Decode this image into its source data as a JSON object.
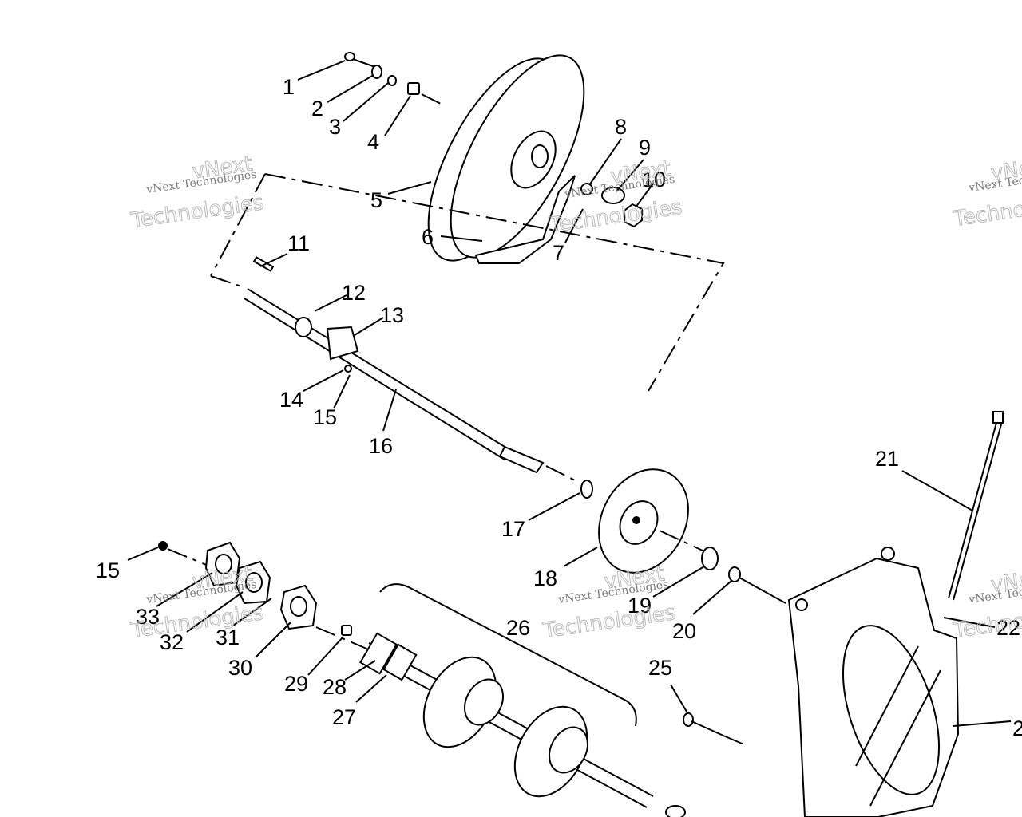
{
  "callouts": {
    "c1": "1",
    "c2": "2",
    "c3": "3",
    "c4": "4",
    "c5": "5",
    "c6": "6",
    "c7": "7",
    "c8": "8",
    "c9": "9",
    "c10": "10",
    "c11": "11",
    "c12": "12",
    "c13": "13",
    "c14": "14",
    "c15a": "15",
    "c15b": "15",
    "c16": "16",
    "c17": "17",
    "c18": "18",
    "c19": "19",
    "c20": "20",
    "c21": "21",
    "c22": "22",
    "c23": "2",
    "c25": "25",
    "c26": "26",
    "c27": "27",
    "c28": "28",
    "c29": "29",
    "c30": "30",
    "c31": "31",
    "c32": "32",
    "c33": "33"
  },
  "watermark": {
    "line1": "vNext Technologies",
    "line2": "vNext",
    "line3": "Technologies"
  }
}
